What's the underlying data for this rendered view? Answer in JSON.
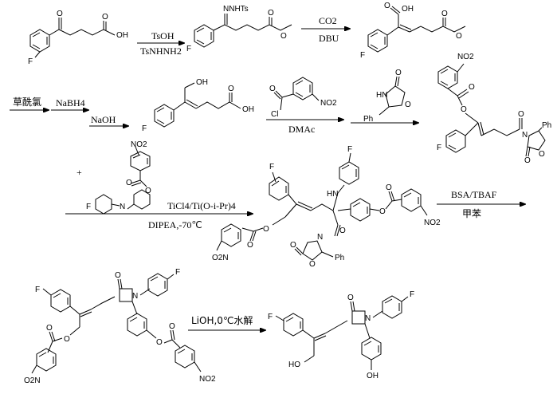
{
  "atoms": {
    "F": "F",
    "O": "O",
    "OH": "OH",
    "HO": "HO",
    "N": "N",
    "NH": "NH",
    "NNHTs": "NNHTs",
    "NO2": "NO2",
    "O2N": "O2N",
    "Ph": "Ph",
    "Cl": "Cl",
    "HN": "HN"
  },
  "steps": {
    "s1_top": "TsOH",
    "s1_bot": "TsNHNH2",
    "s2_top": "CO2",
    "s2_bot": "DBU",
    "s3_a": "草酰氯",
    "s3_b": "NaBH4",
    "s3_c": "NaOH",
    "s4_bot": "DMAc",
    "s6_plus": "+",
    "s6_top": "TiCl4/Ti(O-i-Pr)4",
    "s6_bot": "DIPEA,-70℃",
    "s7_top": "BSA/TBAF",
    "s7_bot": "甲苯",
    "s8_top": "LiOH,0℃水解"
  }
}
